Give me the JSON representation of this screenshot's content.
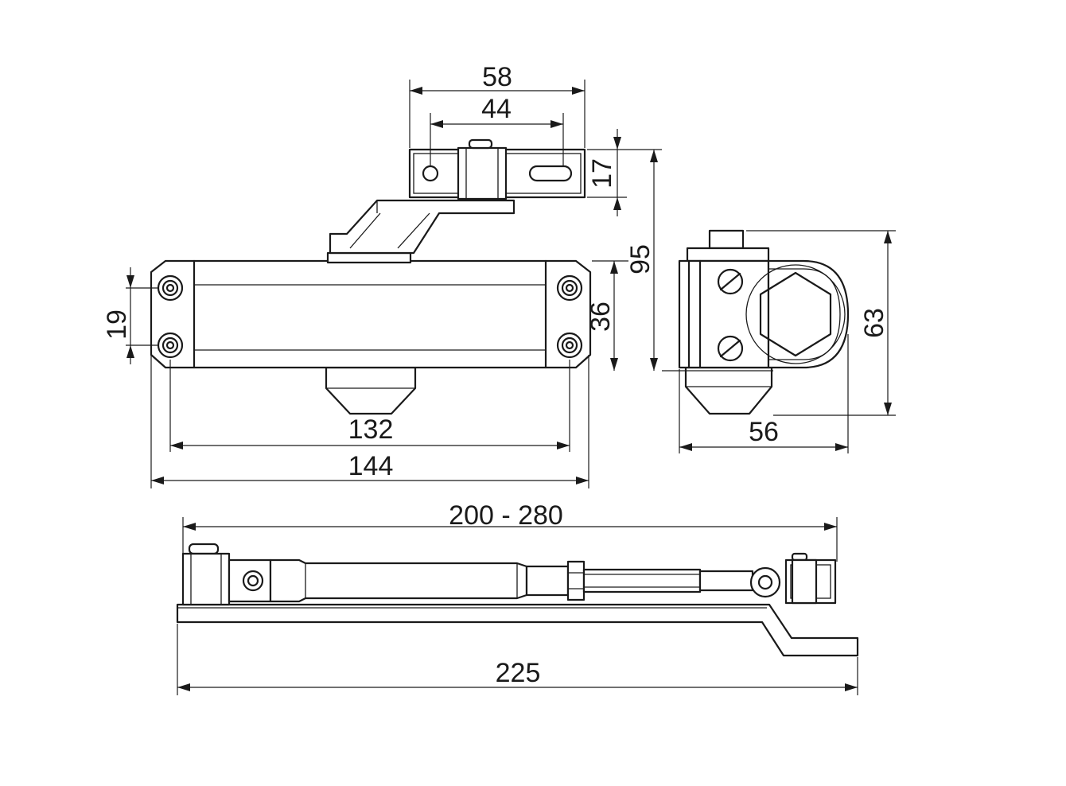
{
  "colors": {
    "line": "#1a1a1a",
    "background": "#ffffff"
  },
  "dimensions": {
    "top_bracket_width": "58",
    "top_bracket_hole_spacing": "44",
    "top_bracket_height": "17",
    "overall_height": "95",
    "side_hole_spacing": "19",
    "body_height": "36",
    "body_hole_spacing": "132",
    "body_length": "144",
    "side_view_height": "63",
    "side_view_width": "56",
    "arm_adjustable_length": "200 - 280",
    "arm_total_length": "225"
  }
}
